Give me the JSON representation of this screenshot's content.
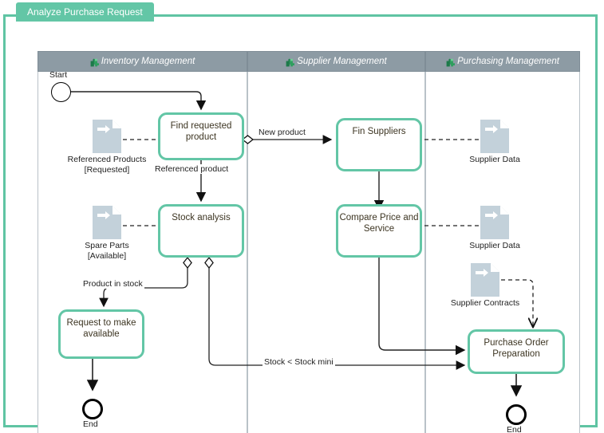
{
  "window": {
    "tab_title": "Analyze Purchase Request",
    "frame_color": "#5fc4a3",
    "tab_color": "#63c6a6"
  },
  "diagram": {
    "type": "bpmn-process",
    "lane_header_color": "#8d9ba4",
    "task_border_color": "#63c6a6",
    "lanes": [
      {
        "name": "Inventory Management",
        "icon": "puzzle-icon"
      },
      {
        "name": "Supplier Management",
        "icon": "puzzle-icon"
      },
      {
        "name": "Purchasing Management",
        "icon": "puzzle-icon"
      }
    ],
    "events": [
      {
        "id": "start",
        "kind": "start",
        "label": "Start"
      },
      {
        "id": "end_left",
        "kind": "end",
        "label": "End"
      },
      {
        "id": "end_right",
        "kind": "end",
        "label": "End"
      }
    ],
    "tasks": [
      {
        "id": "find_requested_product",
        "label": "Find requested product",
        "lane": "Inventory Management"
      },
      {
        "id": "stock_analysis",
        "label": "Stock analysis",
        "lane": "Inventory Management"
      },
      {
        "id": "request_to_make_available",
        "label": "Request to make available",
        "lane": "Inventory Management"
      },
      {
        "id": "fin_suppliers",
        "label": "Fin Suppliers",
        "lane": "Supplier Management"
      },
      {
        "id": "compare_price_and_service",
        "label": "Compare Price and Service",
        "lane": "Supplier Management"
      },
      {
        "id": "purchase_order_preparation",
        "label": "Purchase Order Preparation",
        "lane": "Purchasing Management"
      }
    ],
    "data_objects": [
      {
        "id": "referenced_products",
        "label": "Referenced Products [Requested]",
        "line1": "Referenced Products",
        "line2": "[Requested]",
        "icon": "data-object-icon"
      },
      {
        "id": "spare_parts",
        "label": "Spare Parts [Available]",
        "line1": "Spare Parts",
        "line2": "[Available]",
        "icon": "data-object-icon"
      },
      {
        "id": "supplier_data_1",
        "label": "Supplier Data",
        "line1": "Supplier Data",
        "line2": "",
        "icon": "data-object-icon"
      },
      {
        "id": "supplier_data_2",
        "label": "Supplier Data",
        "line1": "Supplier Data",
        "line2": "",
        "icon": "data-object-icon"
      },
      {
        "id": "supplier_contracts",
        "label": "Supplier Contracts",
        "line1": "Supplier Contracts",
        "line2": "",
        "icon": "data-object-icon"
      }
    ],
    "flow_labels": [
      {
        "id": "referenced_product",
        "text": "Referenced product"
      },
      {
        "id": "new_product",
        "text": "New product"
      },
      {
        "id": "product_in_stock",
        "text": "Product in stock"
      },
      {
        "id": "stock_lt_stock_mini",
        "text": "Stock < Stock mini"
      }
    ]
  }
}
